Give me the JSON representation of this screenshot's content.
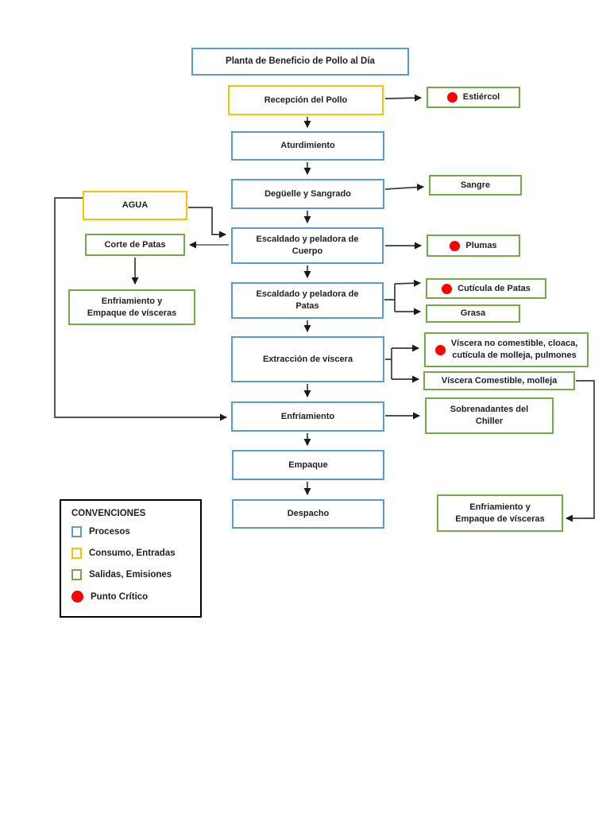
{
  "colors": {
    "process": "#5B9BD5",
    "input": "#FFC000",
    "output": "#70AD47",
    "critical": "#FF0000",
    "legend_border": "#000000"
  },
  "boxes": {
    "title": {
      "label": "Planta de Beneficio de Pollo al Día",
      "type": "process"
    },
    "recepcion": {
      "label": "Recepción del Pollo",
      "type": "input"
    },
    "estiercol": {
      "label": "Estiércol",
      "type": "output",
      "critical": true
    },
    "aturdimiento": {
      "label": "Aturdimiento",
      "type": "process"
    },
    "deguelle": {
      "label": "Degüelle y Sangrado",
      "type": "process"
    },
    "sangre": {
      "label": "Sangre",
      "type": "output"
    },
    "agua": {
      "label": "AGUA",
      "type": "input"
    },
    "corte_patas": {
      "label": "Corte de Patas",
      "type": "output"
    },
    "escaldado_cuerpo": {
      "label": "Escaldado  y peladora de\nCuerpo",
      "type": "process"
    },
    "plumas": {
      "label": "Plumas",
      "type": "output",
      "critical": true
    },
    "enfriamiento_empaque_visceras_izq": {
      "label": "Enfriamiento y\nEmpaque de vísceras",
      "type": "output"
    },
    "escaldado_patas": {
      "label": "Escaldado  y peladora de\nPatas",
      "type": "process"
    },
    "cuticula_patas": {
      "label": "Cutícula de Patas",
      "type": "output",
      "critical": true
    },
    "grasa": {
      "label": "Grasa",
      "type": "output"
    },
    "extraccion_viscera": {
      "label": "Extracción de víscera",
      "type": "process"
    },
    "viscera_no_comestible": {
      "label": "Víscera no comestible, cloaca,\ncutícula de molleja, pulmones",
      "type": "output",
      "critical": true
    },
    "viscera_comestible": {
      "label": "Víscera Comestible, molleja",
      "type": "output"
    },
    "enfriamiento": {
      "label": "Enfriamiento",
      "type": "process"
    },
    "sobrenadantes_chiller": {
      "label": "Sobrenadantes del\nChiller",
      "type": "output"
    },
    "empaque": {
      "label": "Empaque",
      "type": "process"
    },
    "despacho": {
      "label": "Despacho",
      "type": "process"
    },
    "enfriamiento_empaque_visceras_der": {
      "label": "Enfriamiento y\nEmpaque de vísceras",
      "type": "output"
    }
  },
  "legend": {
    "title": "CONVENCIONES",
    "items": [
      {
        "label": "Procesos",
        "type": "process"
      },
      {
        "label": "Consumo, Entradas",
        "type": "input"
      },
      {
        "label": "Salidas, Emisiones",
        "type": "output"
      },
      {
        "label": "Punto Crítico",
        "type": "critical"
      }
    ]
  }
}
